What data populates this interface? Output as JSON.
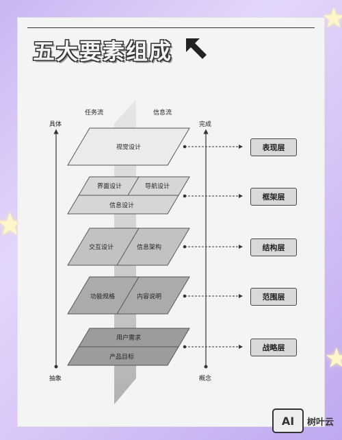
{
  "title": "五大要素组成",
  "columns": {
    "task_flow": "任务流",
    "info_flow": "信息流"
  },
  "axis_left": {
    "top": "具体",
    "bottom": "抽象"
  },
  "axis_right": {
    "top": "完成",
    "bottom": "概念"
  },
  "planes": [
    {
      "cells": [
        "视觉设计"
      ],
      "layer": "表现层"
    },
    {
      "cells": [
        "界面设计",
        "导航设计",
        "信息设计"
      ],
      "layer": "框架层"
    },
    {
      "cells": [
        "交互设计",
        "信息架构"
      ],
      "layer": "结构层"
    },
    {
      "cells": [
        "功能规格",
        "内容说明"
      ],
      "layer": "范围层"
    },
    {
      "cells": [
        "用户需求",
        "产品目标"
      ],
      "layer": "战略层"
    }
  ],
  "logo": {
    "mark": "AI",
    "text": "树叶云"
  }
}
